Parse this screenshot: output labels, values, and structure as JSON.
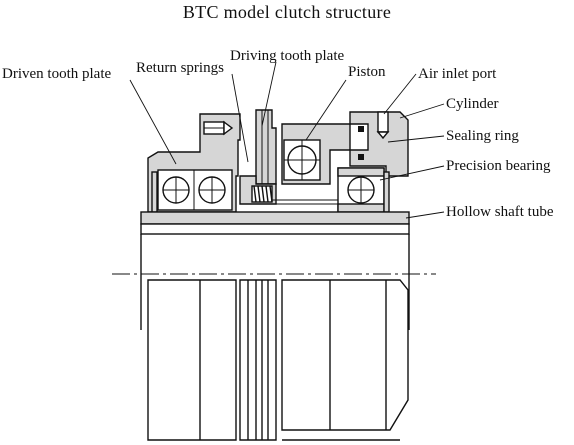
{
  "title": "BTC model clutch structure",
  "labels": {
    "driven_tooth_plate": "Driven tooth plate",
    "return_springs": "Return springs",
    "driving_tooth_plate": "Driving tooth plate",
    "piston": "Piston",
    "air_inlet_port": "Air inlet port",
    "cylinder": "Cylinder",
    "sealing_ring": "Sealing ring",
    "precision_bearing": "Precision bearing",
    "hollow_shaft_tube": "Hollow shaft tube"
  },
  "colors": {
    "line": "#111111",
    "part_fill": "#d6d6d6",
    "background": "#ffffff"
  }
}
